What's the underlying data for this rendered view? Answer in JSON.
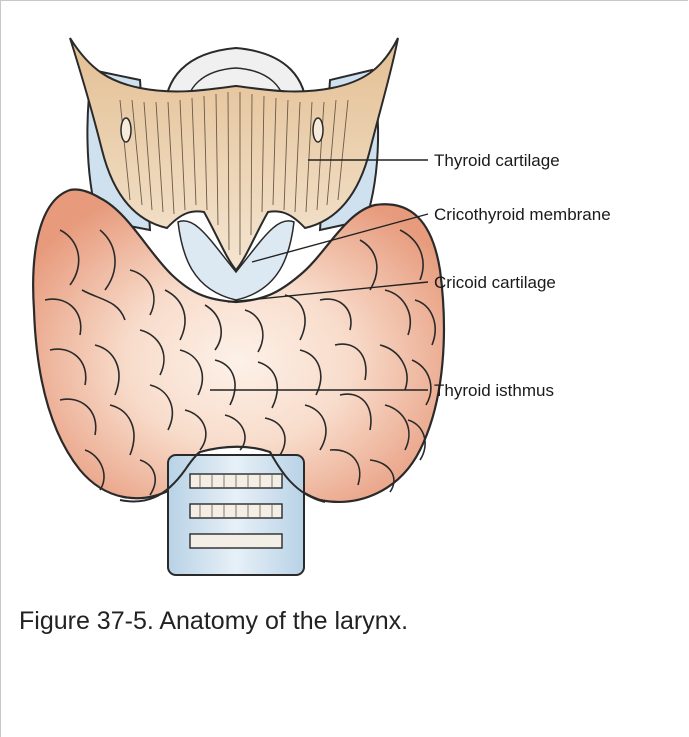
{
  "figure": {
    "labels": {
      "thyroid_cartilage": "Thyroid cartilage",
      "cricothyroid_membrane": "Cricothyroid membrane",
      "cricoid_cartilage": "Cricoid cartilage",
      "thyroid_isthmus": "Thyroid isthmus"
    },
    "caption": "Figure 37-5. Anatomy of the larynx.",
    "colors": {
      "cartilage": "#f1e4cf",
      "cartilage_dark": "#d9b98e",
      "blue_tissue": "#cfe1ef",
      "gland_outer": "#e8a285",
      "gland_inner": "#fbe8dc",
      "outline": "#2a2a2a"
    }
  }
}
